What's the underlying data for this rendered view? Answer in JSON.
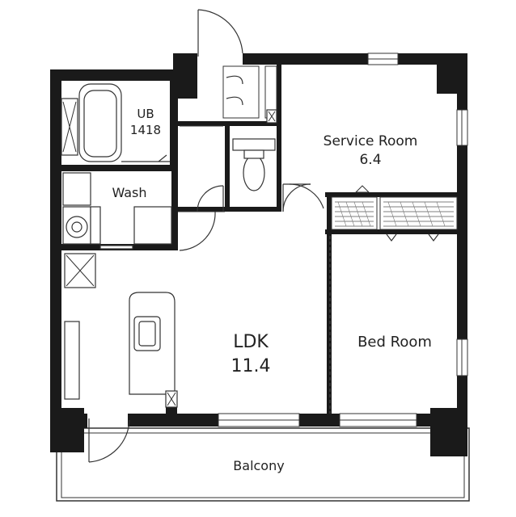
{
  "rooms": {
    "ub_name": "UB",
    "ub_size": "1418",
    "wash": "Wash",
    "service_room_name": "Service Room",
    "service_room_size": "6.4",
    "ldk_name": "LDK",
    "ldk_size": "11.4",
    "bed_room": "Bed Room",
    "balcony": "Balcony"
  }
}
